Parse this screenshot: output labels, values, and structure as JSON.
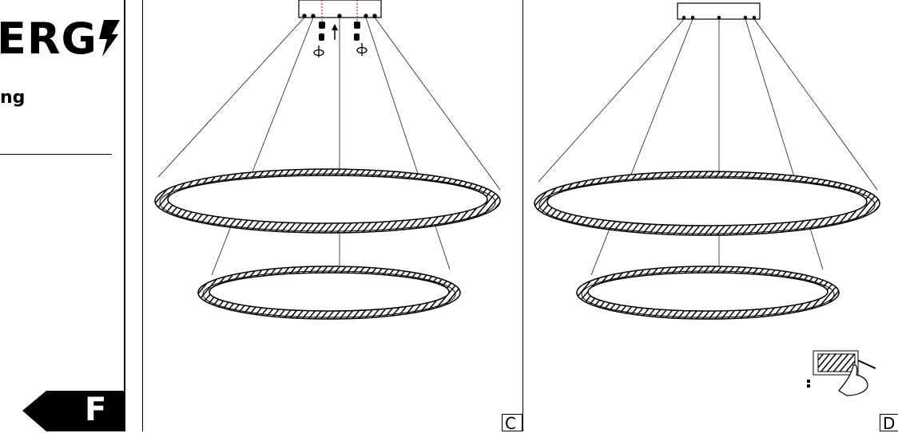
{
  "energy_label": {
    "brand_text": "ERG",
    "subtitle": "ng",
    "energy_class": "F"
  },
  "panels": [
    {
      "id": "panel-c",
      "tag": "C"
    },
    {
      "id": "panel-d",
      "tag": "D"
    }
  ],
  "icons": [
    "lightning-icon",
    "arrow-up-icon",
    "rotate-icon",
    "hand-icon",
    "terminal-block-icon",
    "energy-class-arrow-icon"
  ]
}
